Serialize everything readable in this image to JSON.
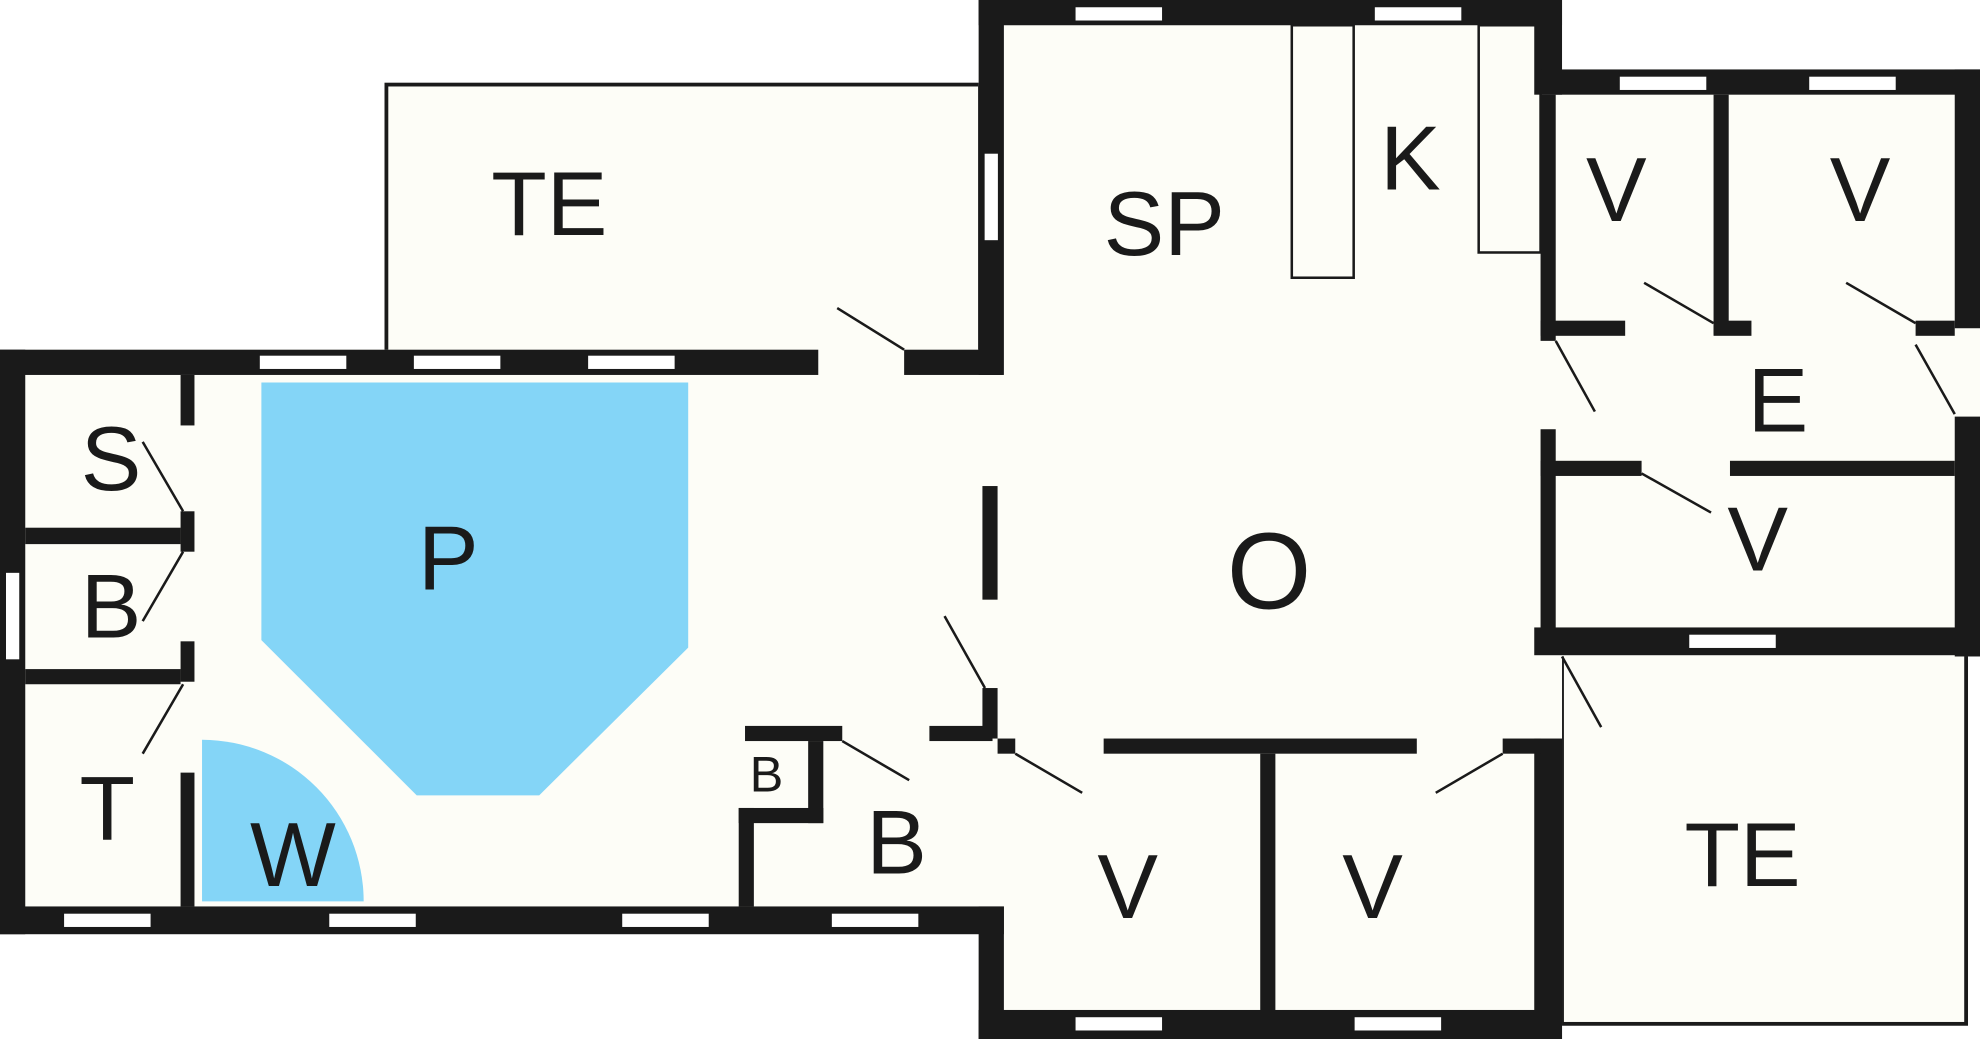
{
  "colors": {
    "pool": "#84d5f7",
    "wall": "#1a1a1a",
    "floor": "#fdfdf7"
  },
  "rooms": {
    "terrace_top": "TE",
    "sp": "SP",
    "k": "K",
    "v_top1": "V",
    "v_top2": "V",
    "e": "E",
    "v_mid": "V",
    "s": "S",
    "b_left": "B",
    "t": "T",
    "p": "P",
    "w": "W",
    "b_small": "B",
    "b_bottom": "B",
    "o": "O",
    "v_bottom1": "V",
    "v_bottom2": "V",
    "terrace_bottom": "TE"
  }
}
